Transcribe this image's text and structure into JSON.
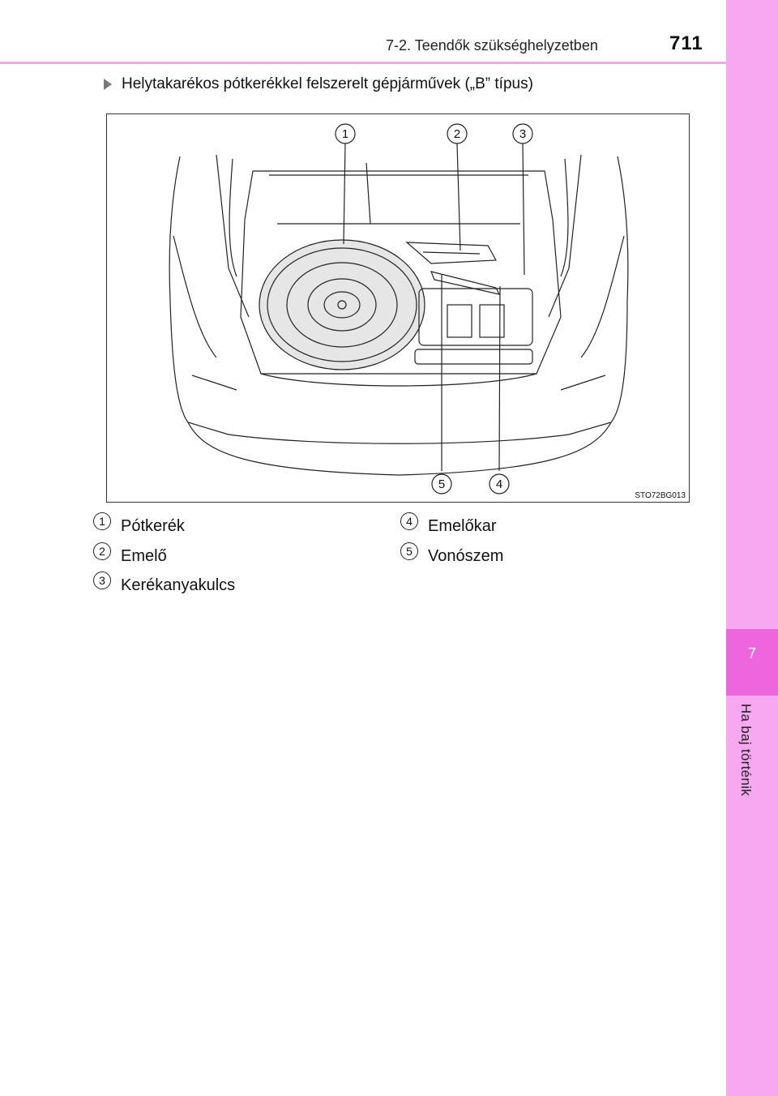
{
  "header": {
    "section_title": "7-2. Teendők szükséghelyzetben",
    "page_number": "711"
  },
  "side_tab": {
    "chapter_number": "7",
    "chapter_title": "Ha baj történik"
  },
  "subheading": "Helytakarékos pótkerékkel felszerelt gépjárművek („B” típus)",
  "figure": {
    "code": "STO72BG013",
    "callouts": [
      "1",
      "2",
      "3",
      "4",
      "5"
    ]
  },
  "legend": [
    {
      "num": "1",
      "label": "Pótkerék"
    },
    {
      "num": "2",
      "label": "Emelő"
    },
    {
      "num": "3",
      "label": "Kerékanyakulcs"
    },
    {
      "num": "4",
      "label": "Emelőkar"
    },
    {
      "num": "5",
      "label": "Vonószem"
    }
  ],
  "colors": {
    "tab_light": "#f7a8f0",
    "tab_dark": "#ee66dd",
    "header_rule": "#f0a8ec"
  }
}
